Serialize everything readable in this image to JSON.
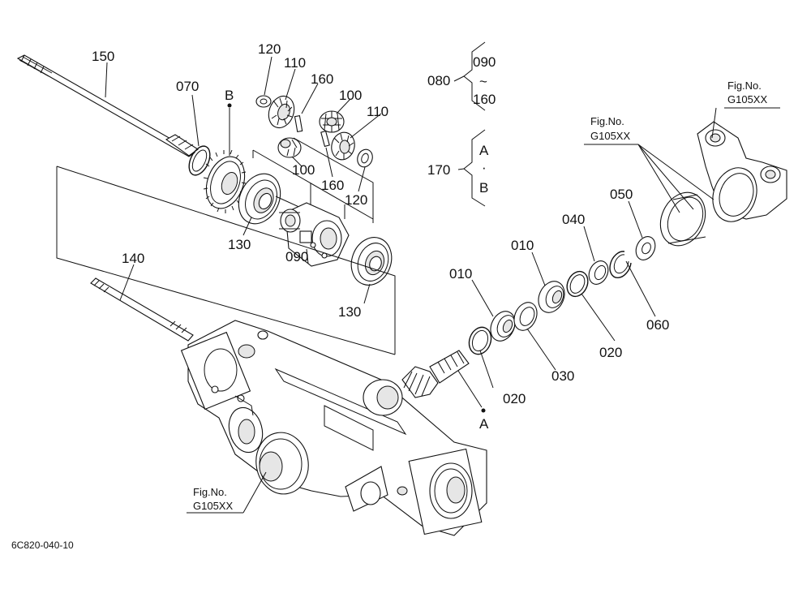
{
  "parts": {
    "p150": "150",
    "p070": "070",
    "pB": "B",
    "p120a": "120",
    "p110a": "110",
    "p160a": "160",
    "p100a": "100",
    "p110b": "110",
    "p100b": "100",
    "p160b": "160",
    "p120b": "120",
    "p130a": "130",
    "p090": "090",
    "p130b": "130",
    "p140": "140",
    "p080": "080",
    "p090r": "090",
    "tilde": "~",
    "p160r": "160",
    "p170": "170",
    "pAr": "A",
    "dot": "·",
    "pBr": "B",
    "p010a": "010",
    "p010b": "010",
    "p040": "040",
    "p050": "050",
    "p060": "060",
    "p020a": "020",
    "p030": "030",
    "p020b": "020",
    "pA": "A"
  },
  "figrefs": {
    "top_right_line1": "Fig.No.",
    "top_right_line2": "G105XX",
    "mid_right_line1": "Fig.No.",
    "mid_right_line2": "G105XX",
    "bottom_left_line1": "Fig.No.",
    "bottom_left_line2": "G105XX"
  },
  "footer": {
    "drawing_code": "6C820-040-10"
  }
}
